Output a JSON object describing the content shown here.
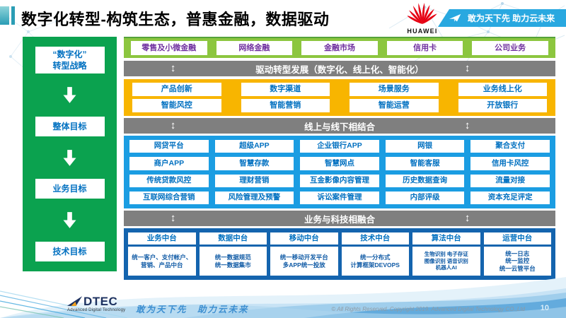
{
  "header": {
    "title": "数字化转型-构筑生态，普惠金融，数据驱动",
    "brand": "HUAWEI",
    "ribbon_slogan": "敢为天下先 助力云未来"
  },
  "left_panel": {
    "items": [
      {
        "label": "“数字化”\n转型战略"
      },
      {
        "label": "整体目标"
      },
      {
        "label": "业务目标"
      },
      {
        "label": "技术目标"
      }
    ]
  },
  "business_lines": {
    "items": [
      "零售及小微金融",
      "网络金融",
      "金融市场",
      "信用卡",
      "公司业务"
    ]
  },
  "banners": {
    "drive": "驱动转型发展（数字化、线上化、智能化）",
    "online_offline": "线上与线下相结合",
    "biz_tech": "业务与科技相融合"
  },
  "transform_areas": {
    "items": [
      "产品创新",
      "数字渠道",
      "场景服务",
      "业务线上化",
      "智能风控",
      "智能营销",
      "智能运营",
      "开放银行"
    ]
  },
  "channels": {
    "items": [
      "网贷平台",
      "超级APP",
      "企业银行APP",
      "网银",
      "聚合支付",
      "商户APP",
      "智慧存款",
      "智慧网点",
      "智能客服",
      "信用卡风控",
      "传统贷款风控",
      "理财营销",
      "互金影像内容管理",
      "历史数据查询",
      "流量对接",
      "互联网综合营销",
      "风险管理及预警",
      "诉讼案件管理",
      "内部评级",
      "资本充足评定"
    ]
  },
  "platforms": {
    "items": [
      {
        "title": "业务中台",
        "detail": "统一客户、支付帐户、营销、产品中台"
      },
      {
        "title": "数据中台",
        "detail": "统一数据规范\n统一数据集市"
      },
      {
        "title": "移动中台",
        "detail": "统一移动开发平台\n多APP统一投放"
      },
      {
        "title": "技术中台",
        "detail": "统一分布式\n计算框架DEVOPS"
      },
      {
        "title": "算法中台",
        "detail": "生物识别 电子存证\n图像识别 语音识别\n机器人AI"
      },
      {
        "title": "运营中台",
        "detail": "统一日志\n统一监控\n统一云管平台"
      }
    ]
  },
  "footer": {
    "logo_text": "DTEC",
    "logo_subtext": "Advanced Digital Technology",
    "slogan": "敢为天下先　助力云未来",
    "copyright": "© All Rights Reserved. Copyright 2019. Advanced Digital Technology CO.,Ltd",
    "page_number": "10"
  },
  "colors": {
    "strategy_green": "#0ba24f",
    "business_line_green": "#8cc63f",
    "business_line_text_purple": "#7030a0",
    "banner_gray": "#7f7f7f",
    "transform_yellow": "#f8b500",
    "channel_blue": "#1b9de2",
    "platform_dark_blue": "#1464ae",
    "box_text_blue": "#0070c0",
    "ribbon_blue": "#29a8e0",
    "huawei_red": "#e60012"
  }
}
